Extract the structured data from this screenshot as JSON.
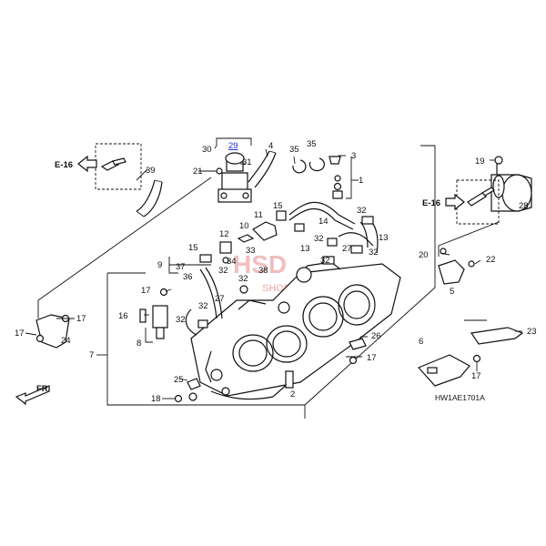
{
  "diagram": {
    "code": "HW1AE1701A",
    "ref_arrows": [
      {
        "id": "left",
        "text": "E-16"
      },
      {
        "id": "right",
        "text": "E-16"
      }
    ],
    "front_label": "FR.",
    "watermark": {
      "main": "HSD",
      "sub": "SHOP"
    },
    "callouts": [
      {
        "id": "c29",
        "text": "29",
        "highlight": true
      },
      {
        "id": "c30a",
        "text": "30"
      },
      {
        "id": "c31",
        "text": "31"
      },
      {
        "id": "c21",
        "text": "21"
      },
      {
        "id": "c4",
        "text": "4"
      },
      {
        "id": "c35a",
        "text": "35"
      },
      {
        "id": "c35b",
        "text": "35"
      },
      {
        "id": "c3",
        "text": "3"
      },
      {
        "id": "c1",
        "text": "1"
      },
      {
        "id": "c19",
        "text": "19"
      },
      {
        "id": "c28",
        "text": "28"
      },
      {
        "id": "c39",
        "text": "39"
      },
      {
        "id": "c15a",
        "text": "15"
      },
      {
        "id": "c11",
        "text": "11"
      },
      {
        "id": "c10",
        "text": "10"
      },
      {
        "id": "c12",
        "text": "12"
      },
      {
        "id": "c32a",
        "text": "32"
      },
      {
        "id": "c14",
        "text": "14"
      },
      {
        "id": "c13",
        "text": "13"
      },
      {
        "id": "c13b",
        "text": "13"
      },
      {
        "id": "c27a",
        "text": "27"
      },
      {
        "id": "c32b",
        "text": "32"
      },
      {
        "id": "c32c",
        "text": "32"
      },
      {
        "id": "c15b",
        "text": "15"
      },
      {
        "id": "c33",
        "text": "33"
      },
      {
        "id": "c9",
        "text": "9"
      },
      {
        "id": "c37",
        "text": "37"
      },
      {
        "id": "c34",
        "text": "34"
      },
      {
        "id": "c32d",
        "text": "32"
      },
      {
        "id": "c38",
        "text": "38"
      },
      {
        "id": "c32e",
        "text": "32"
      },
      {
        "id": "c36",
        "text": "36"
      },
      {
        "id": "c27b",
        "text": "27"
      },
      {
        "id": "c32f",
        "text": "32"
      },
      {
        "id": "c32g",
        "text": "32"
      },
      {
        "id": "c32h",
        "text": "32"
      },
      {
        "id": "c20",
        "text": "20"
      },
      {
        "id": "c22",
        "text": "22"
      },
      {
        "id": "c5",
        "text": "5"
      },
      {
        "id": "c17a",
        "text": "17"
      },
      {
        "id": "c16",
        "text": "16"
      },
      {
        "id": "c17b",
        "text": "17"
      },
      {
        "id": "c17c",
        "text": "17"
      },
      {
        "id": "c24",
        "text": "24"
      },
      {
        "id": "c8",
        "text": "8"
      },
      {
        "id": "c7",
        "text": "7"
      },
      {
        "id": "c26",
        "text": "26"
      },
      {
        "id": "c17d",
        "text": "17"
      },
      {
        "id": "c6",
        "text": "6"
      },
      {
        "id": "c23",
        "text": "23"
      },
      {
        "id": "c17e",
        "text": "17"
      },
      {
        "id": "c25",
        "text": "25"
      },
      {
        "id": "c2",
        "text": "2"
      },
      {
        "id": "c18",
        "text": "18"
      }
    ]
  }
}
